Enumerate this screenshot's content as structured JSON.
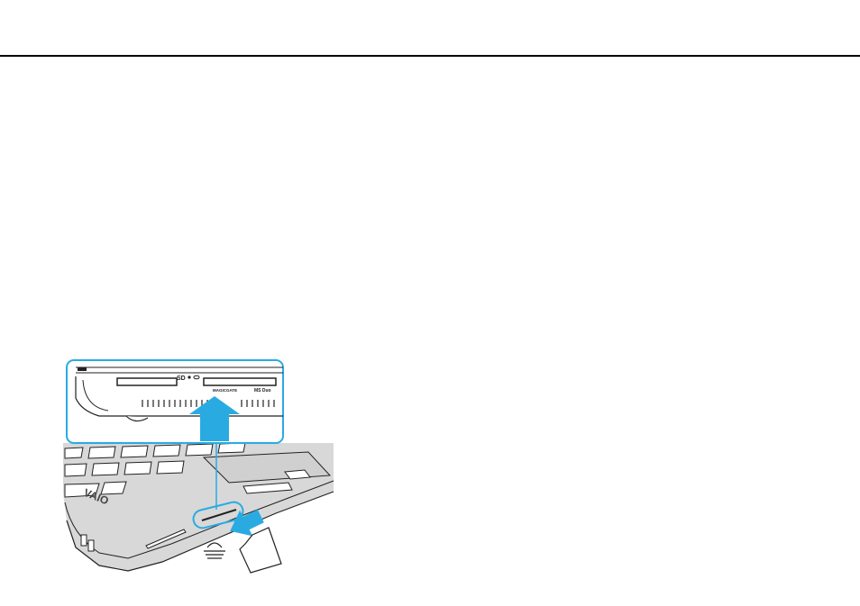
{
  "illustration": {
    "port_labels": {
      "sd": "SD",
      "memory_stick": "MAGICGATE",
      "memory_stick_duo": "MS Duo"
    },
    "brand_mark": "VAIO",
    "colors": {
      "callout_border": "#29abe2",
      "arrow_fill": "#29abe2",
      "body_gray": "#d8d8d8",
      "line": "#222222"
    }
  }
}
